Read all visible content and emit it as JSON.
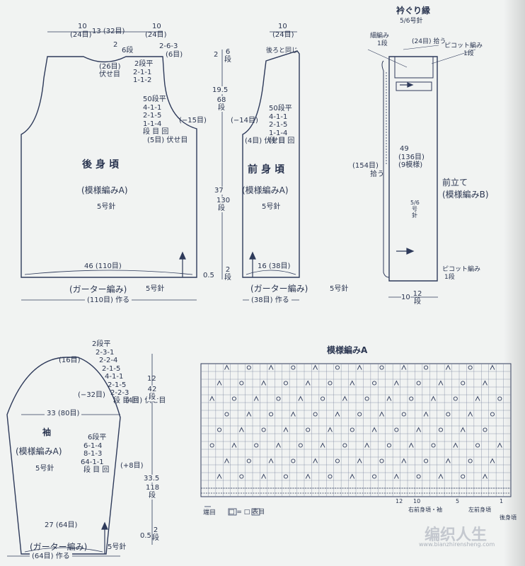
{
  "back": {
    "top_left": "10",
    "top_left_sts": "(24目)",
    "top_mid": "13 (32目)",
    "top_right": "10",
    "top_right_sts": "(24目)",
    "neck_rows": "2",
    "neck_rows_unit": "6段",
    "neck_decrease": "2-6-3",
    "neck_decrease_sts": "(6目)",
    "bind_off_sts": "(26目)",
    "bind_off_label": "伏せ目",
    "neck_shaping": [
      "2段平",
      "2-1-1",
      "1-1-2"
    ],
    "armhole_shaping": [
      "50段平",
      "4-1-1",
      "2-1-5",
      "1-1-4",
      "段 目 回"
    ],
    "armhole_side": "(−15目)",
    "armhole_bind": "(5目) 伏せ目",
    "title": "後身頃",
    "pattern": "(模様編みA)",
    "needle": "5号針",
    "hem_width": "46 (110目)",
    "hem_stitch": "(ガーター編み)",
    "hem_needle": "5号針",
    "cast_on": "(110目) 作る"
  },
  "heights": {
    "upper": "2",
    "upper_rows": "6 段",
    "armhole_cm": "19.5",
    "armhole_rows": "68 段",
    "body_cm": "37",
    "body_rows": "130 段",
    "hem_cm": "0.5",
    "hem_rows": "2 段"
  },
  "front": {
    "top": "10",
    "top_sts": "(24目)",
    "same_as_back": "後ろと同じ",
    "armhole_side": "(−14目)",
    "armhole_shaping": [
      "50段平",
      "4-1-1",
      "2-1-5",
      "1-1-4",
      "段 目 回"
    ],
    "armhole_bind": "(4目) 伏せ目",
    "title": "前身頃",
    "pattern": "(模様編みA)",
    "needle": "5号針",
    "hem_width": "16 (38目)",
    "hem_stitch": "(ガーター編み)",
    "hem_needle": "5号針",
    "cast_on": "(38目) 作る"
  },
  "collar": {
    "title": "衿ぐり縁",
    "needle": "5/6号針",
    "fine": "細編み",
    "fine_rows": "1段",
    "pick": "(24目) 拾う",
    "picot": "ピコット編み",
    "picot_rows": "1段",
    "length_cm": "49",
    "length_sts": "(136目)",
    "length_rows": "(9模様)",
    "side_pick_sts": "(154目)",
    "side_pick_label": "拾う",
    "band": "前立て",
    "band_pattern": "(模様編みB)",
    "band_needle": "5/6号針",
    "picot_bottom": "ピコット編み",
    "picot_bottom_rows": "1段",
    "width": "10",
    "width_rows": "12 段"
  },
  "sleeve": {
    "top_sts": "(16目)",
    "cap_shaping": [
      "2段平",
      "2-3-1",
      "2-2-4",
      "2-1-5",
      "4-1-1",
      "2-1-5",
      "2-2-3",
      "段 目 回"
    ],
    "cap_side": "(−32目)",
    "cap_bind": "(4目) 伏せ目",
    "cap_height": "12",
    "cap_rows": "42 段",
    "upper_width": "33 (80目)",
    "title": "袖",
    "pattern": "(模様編みA)",
    "needle": "5号針",
    "side_shaping": [
      "6段平",
      "6-1-4",
      "8-1-3",
      "64-1-1",
      "段 目 回"
    ],
    "side_inc": "(+8目)",
    "length_cm": "33.5",
    "length_rows": "118 段",
    "hem_width": "27 (64目)",
    "hem_stitch": "(ガーター編み)",
    "hem_needle": "5号針",
    "cast_on": "(64目) 作る",
    "hem_cm": "0.5",
    "hem_rows": "2 段"
  },
  "chart": {
    "title": "模様編みA",
    "selvage": "端目",
    "legend": "□ = □ 表目",
    "num_12": "12",
    "num_10": "10",
    "num_5": "5",
    "num_1": "1",
    "label_back": "右前身頃・袖",
    "label_left": "左前身頃",
    "label_edge": "後身頃"
  },
  "watermark": {
    "text": "编织人生",
    "url": "www.bianzhirensheng.com"
  }
}
